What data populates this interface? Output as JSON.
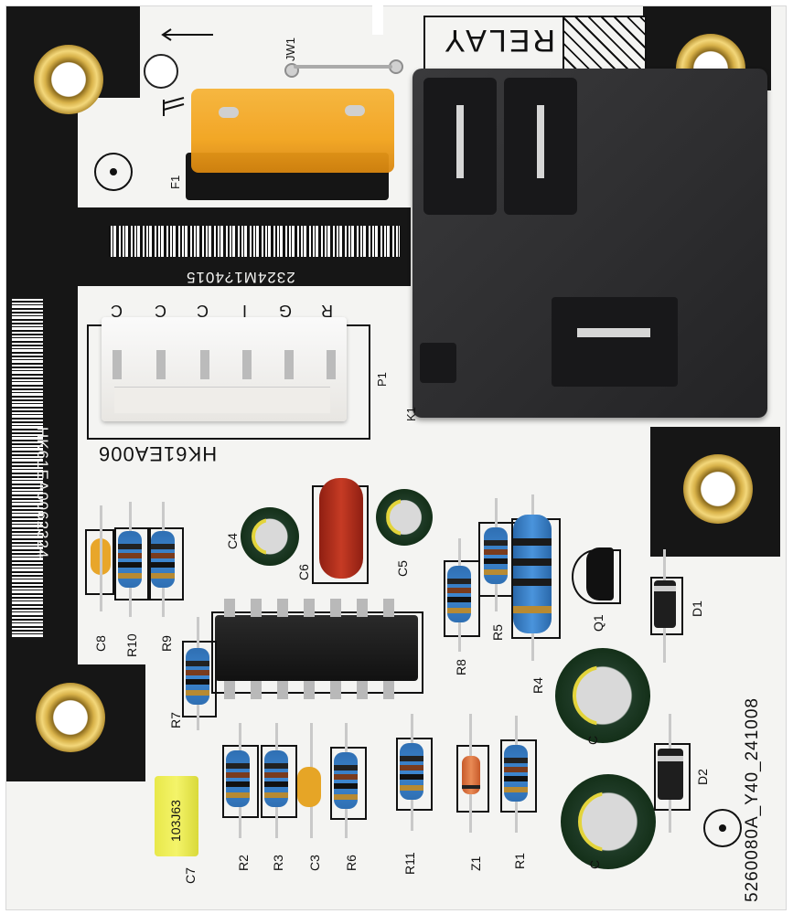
{
  "silkscreen": {
    "relay_label": "RELAY",
    "jumper_label": "JW1",
    "fuse_label": "F1",
    "connector_label": "P1",
    "relay_ref": "K1",
    "barcode_text": "2324M1?4015",
    "side_code": "HK61EA0062324",
    "board_code": "HK61EA006",
    "pin_labels": [
      "C",
      "C",
      "C",
      "I",
      "G",
      "R"
    ],
    "bottom_code": "5260080A_Y40_241008",
    "cap_marking": "103J63"
  },
  "refs": {
    "c4": "C4",
    "c6": "C6",
    "c5": "C5",
    "c8": "C8",
    "r10": "R10",
    "r9": "R9",
    "r7": "R7",
    "r8": "R8",
    "r5": "R5",
    "r4": "R4",
    "q1": "Q1",
    "d1": "D1",
    "d2": "D2",
    "c_mid": "C",
    "c_low": "C",
    "c7": "C7",
    "r2": "R2",
    "r3": "R3",
    "c3": "C3",
    "r6": "R6",
    "r11": "R11",
    "z1": "Z1",
    "r1": "R1"
  },
  "colors": {
    "board": "#f4f4f2",
    "silk_black": "#161616",
    "fuse": "#f2a31c",
    "relay": "#2b2b2d",
    "resistor": "#3d86cf",
    "gold": "#d9b34a",
    "electrolytic": "#143019"
  }
}
